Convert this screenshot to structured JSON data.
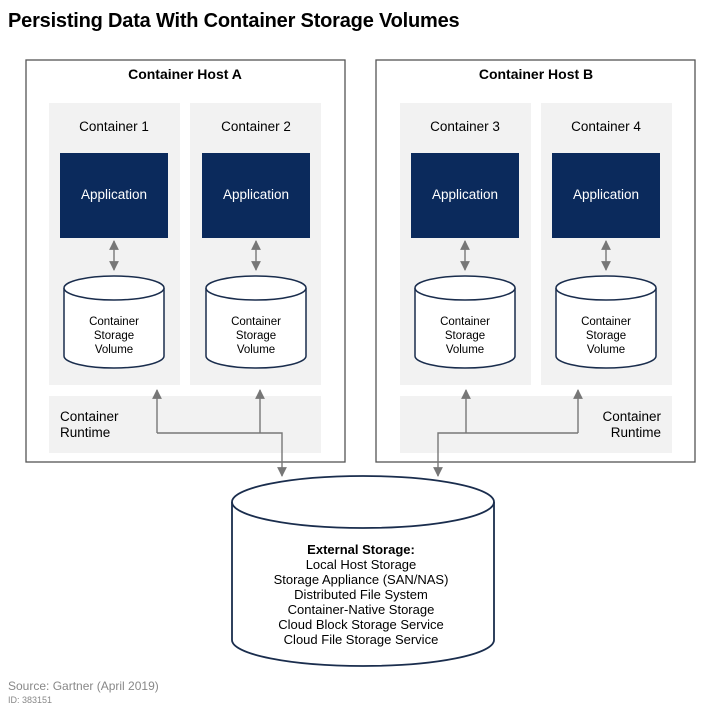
{
  "title": "Persisting Data With Container Storage Volumes",
  "hosts": [
    {
      "label": "Container Host A",
      "runtime_line1": "Container",
      "runtime_line2": "Runtime",
      "containers": [
        {
          "label": "Container 1",
          "app": "Application",
          "volume": [
            "Container",
            "Storage",
            "Volume"
          ]
        },
        {
          "label": "Container 2",
          "app": "Application",
          "volume": [
            "Container",
            "Storage",
            "Volume"
          ]
        }
      ]
    },
    {
      "label": "Container Host B",
      "runtime_line1": "Container",
      "runtime_line2": "Runtime",
      "containers": [
        {
          "label": "Container 3",
          "app": "Application",
          "volume": [
            "Container",
            "Storage",
            "Volume"
          ]
        },
        {
          "label": "Container 4",
          "app": "Application",
          "volume": [
            "Container",
            "Storage",
            "Volume"
          ]
        }
      ]
    }
  ],
  "external_storage": {
    "heading": "External Storage:",
    "items": [
      "Local Host Storage",
      "Storage Appliance (SAN/NAS)",
      "Distributed File System",
      "Container-Native Storage",
      "Cloud Block Storage Service",
      "Cloud File Storage Service"
    ]
  },
  "source": "Source: Gartner (April 2019)",
  "id": "ID: 383151",
  "colors": {
    "app_fill": "#0b2a5c",
    "panel_fill": "#f2f2f2",
    "border": "#555555",
    "arrow": "#777777"
  }
}
